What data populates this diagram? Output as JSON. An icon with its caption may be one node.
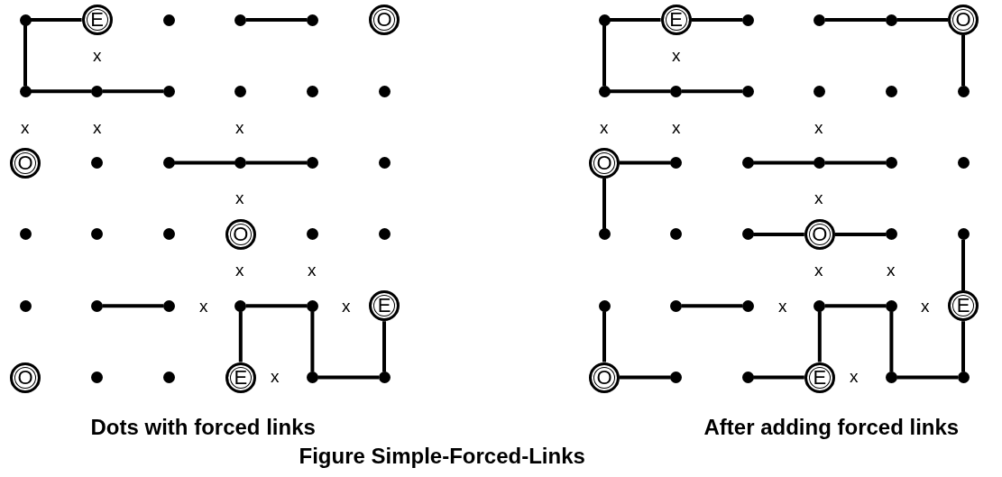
{
  "diagram": {
    "caption": "Figure Simple-Forced-Links",
    "nodes": [
      {
        "text": [],
        "shape": "circle"
      },
      {
        "text": [
          "E"
        ]
      },
      {
        "text": [],
        "shape": "circle"
      },
      {
        "text": [],
        "shape": "circle"
      },
      {
        "text": [],
        "shape": "circle"
      },
      {
        "text": [
          "O"
        ]
      },
      {
        "text": [],
        "shape": "circle"
      },
      {
        "text": [],
        "shape": "circle"
      },
      {
        "text": [],
        "shape": "circle"
      },
      {
        "text": [],
        "shape": "circle"
      },
      {
        "text": [],
        "shape": "circle"
      },
      {
        "text": [],
        "shape": "circle"
      },
      {
        "text": [
          "O"
        ]
      },
      {
        "text": [],
        "shape": "circle"
      },
      {
        "text": [],
        "shape": "circle"
      },
      {
        "text": [],
        "shape": "circle"
      },
      {
        "text": [],
        "shape": "circle"
      },
      {
        "text": [],
        "shape": "circle"
      },
      {
        "text": [],
        "shape": "circle"
      },
      {
        "text": [],
        "shape": "circle"
      },
      {
        "text": [],
        "shape": "circle"
      },
      {
        "text": [
          "O"
        ]
      },
      {
        "text": [],
        "shape": "circle"
      },
      {
        "text": [],
        "shape": "circle"
      },
      {
        "text": [],
        "shape": "circle"
      },
      {
        "text": [],
        "shape": "circle"
      },
      {
        "text": [],
        "shape": "circle"
      },
      {
        "text": [],
        "shape": "circle"
      },
      {
        "text": [],
        "shape": "circle"
      },
      {
        "text": [
          "E"
        ]
      },
      {
        "text": [
          "O"
        ]
      },
      {
        "text": [],
        "shape": "circle"
      },
      {
        "text": [],
        "shape": "circle"
      },
      {
        "text": [
          "E"
        ]
      },
      {
        "text": [],
        "shape": "circle"
      },
      {
        "text": [],
        "shape": "circle"
      },
      {
        "text": [],
        "shape": "circle"
      },
      {
        "text": [
          "E"
        ]
      },
      {
        "text": [],
        "shape": "circle"
      },
      {
        "text": [],
        "shape": "circle"
      },
      {
        "text": [],
        "shape": "circle"
      },
      {
        "text": [
          "O"
        ]
      },
      {
        "text": [],
        "shape": "circle"
      },
      {
        "text": [],
        "shape": "circle"
      },
      {
        "text": [],
        "shape": "circle"
      },
      {
        "text": [],
        "shape": "circle"
      },
      {
        "text": [],
        "shape": "circle"
      },
      {
        "text": [],
        "shape": "circle"
      },
      {
        "text": [
          "O"
        ]
      },
      {
        "text": [],
        "shape": "circle"
      },
      {
        "text": [],
        "shape": "circle"
      },
      {
        "text": [],
        "shape": "circle"
      },
      {
        "text": [],
        "shape": "circle"
      },
      {
        "text": [],
        "shape": "circle"
      },
      {
        "text": [],
        "shape": "circle"
      },
      {
        "text": [],
        "shape": "circle"
      },
      {
        "text": [],
        "shape": "circle"
      },
      {
        "text": [
          "O"
        ]
      },
      {
        "text": [],
        "shape": "circle"
      },
      {
        "text": [],
        "shape": "circle"
      },
      {
        "text": [],
        "shape": "circle"
      },
      {
        "text": [],
        "shape": "circle"
      },
      {
        "text": [],
        "shape": "circle"
      },
      {
        "text": [],
        "shape": "circle"
      },
      {
        "text": [],
        "shape": "circle"
      },
      {
        "text": [
          "E"
        ]
      },
      {
        "text": [
          "O"
        ]
      },
      {
        "text": [],
        "shape": "circle"
      },
      {
        "text": [],
        "shape": "circle"
      },
      {
        "text": [
          "E"
        ]
      },
      {
        "text": [],
        "shape": "circle"
      },
      {
        "text": [],
        "shape": "circle"
      }
    ],
    "edges": [
      {
        "from": 0,
        "to": 1,
        "arrow": "none"
      },
      {
        "from": 0,
        "to": 6,
        "arrow": "none"
      },
      {
        "from": 6,
        "to": 7,
        "arrow": "none"
      },
      {
        "from": 7,
        "to": 8,
        "arrow": "none"
      },
      {
        "from": 3,
        "to": 4,
        "arrow": "none"
      },
      {
        "from": 14,
        "to": 15,
        "arrow": "none"
      },
      {
        "from": 15,
        "to": 16,
        "arrow": "none"
      },
      {
        "from": 25,
        "to": 26,
        "arrow": "none"
      },
      {
        "from": 27,
        "to": 28,
        "arrow": "none"
      },
      {
        "from": 27,
        "to": 33,
        "arrow": "none"
      },
      {
        "from": 28,
        "to": 34,
        "arrow": "none"
      },
      {
        "from": 34,
        "to": 35,
        "arrow": "none"
      },
      {
        "from": 35,
        "to": 29,
        "arrow": "none"
      },
      {
        "from": 36,
        "to": 37,
        "arrow": "none"
      },
      {
        "from": 36,
        "to": 42,
        "arrow": "none"
      },
      {
        "from": 42,
        "to": 43,
        "arrow": "none"
      },
      {
        "from": 43,
        "to": 44,
        "arrow": "none"
      },
      {
        "from": 39,
        "to": 40,
        "arrow": "none"
      },
      {
        "from": 50,
        "to": 51,
        "arrow": "none"
      },
      {
        "from": 51,
        "to": 52,
        "arrow": "none"
      },
      {
        "from": 61,
        "to": 62,
        "arrow": "none"
      },
      {
        "from": 63,
        "to": 64,
        "arrow": "none"
      },
      {
        "from": 63,
        "to": 69,
        "arrow": "none"
      },
      {
        "from": 64,
        "to": 70,
        "arrow": "none"
      },
      {
        "from": 70,
        "to": 71,
        "arrow": "none"
      },
      {
        "from": 71,
        "to": 65,
        "arrow": "none"
      },
      {
        "from": 37,
        "to": 38,
        "arrow": "none"
      },
      {
        "from": 40,
        "to": 41,
        "arrow": "none"
      },
      {
        "from": 41,
        "to": 47,
        "arrow": "none"
      },
      {
        "from": 48,
        "to": 49,
        "arrow": "none"
      },
      {
        "from": 48,
        "to": 54,
        "arrow": "none"
      },
      {
        "from": 56,
        "to": 57,
        "arrow": "none"
      },
      {
        "from": 57,
        "to": 58,
        "arrow": "none"
      },
      {
        "from": 59,
        "to": 65,
        "arrow": "none"
      },
      {
        "from": 60,
        "to": 66,
        "arrow": "none"
      },
      {
        "from": 66,
        "to": 67,
        "arrow": "none"
      },
      {
        "from": 68,
        "to": 69,
        "arrow": "none"
      }
    ],
    "labels": [
      "x",
      "x",
      "x",
      "x",
      "x",
      "x",
      "x",
      "x",
      "x",
      "x",
      "Dots with forced links",
      "x",
      "x",
      "x",
      "x",
      "x",
      "x",
      "x",
      "x",
      "x",
      "x",
      "After adding forced links"
    ]
  }
}
